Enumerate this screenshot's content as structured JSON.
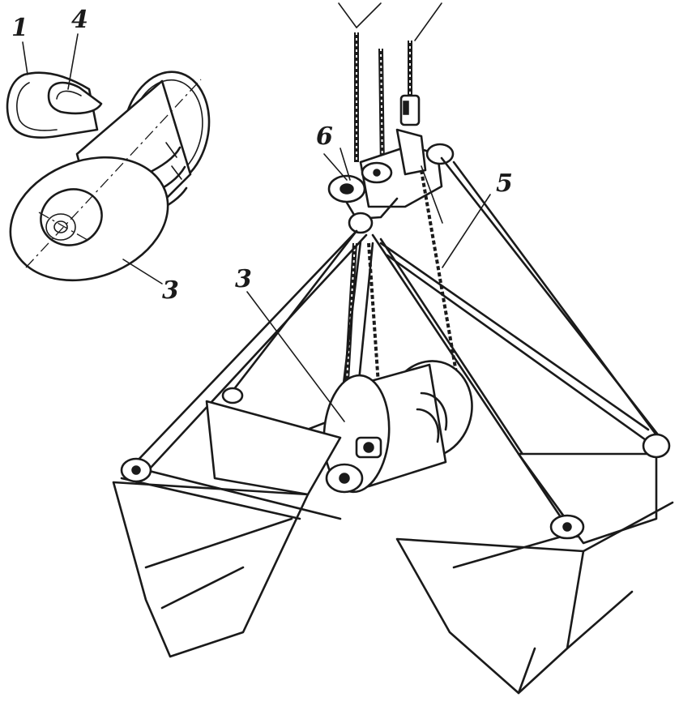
{
  "labels": {
    "one": "1",
    "four": "4",
    "three_inset": "3",
    "six": "6",
    "five": "5",
    "three_main": "3"
  }
}
